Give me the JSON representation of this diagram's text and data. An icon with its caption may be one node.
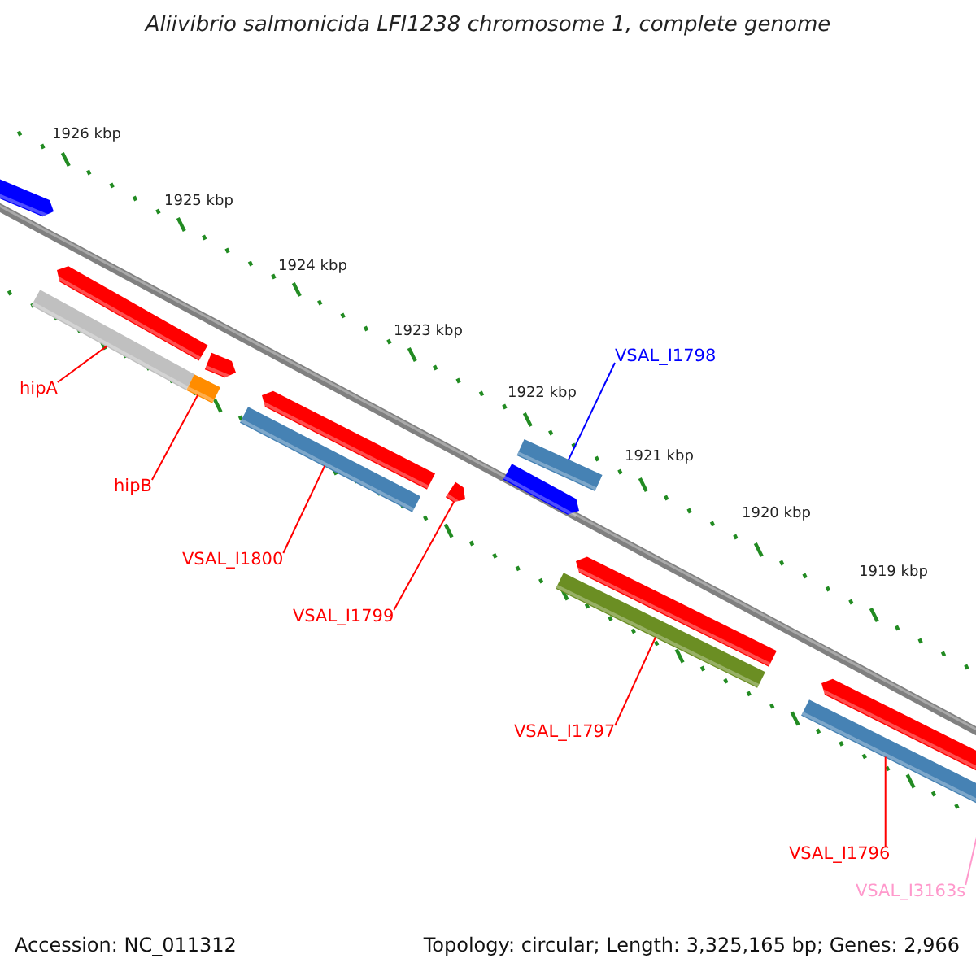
{
  "diagram": {
    "title": "Aliivibrio salmonicida LFI1238 chromosome 1, complete genome",
    "nodes": [
      {
        "text": [],
        "shape": "bar"
      },
      {
        "text": [],
        "shape": "bar"
      },
      {
        "text": [],
        "shape": "bar"
      },
      {
        "text": [],
        "shape": "bar"
      },
      {
        "text": [],
        "shape": "bar"
      },
      {
        "text": [],
        "shape": "bar"
      },
      {
        "text": [],
        "shape": "bar"
      },
      {
        "text": [],
        "shape": "bar"
      },
      {
        "text": [],
        "shape": "bar"
      },
      {
        "text": [],
        "shape": "bar"
      },
      {
        "text": [],
        "shape": "bar"
      },
      {
        "text": [],
        "shape": "bar"
      },
      {
        "text": [],
        "shape": "bar"
      },
      {
        "text": [],
        "shape": "bar"
      },
      {
        "text": [
          "hipA"
        ]
      },
      {
        "text": [
          "hipB"
        ]
      },
      {
        "text": [
          "VSAL_I1800"
        ]
      },
      {
        "text": [
          "VSAL_I1799"
        ]
      },
      {
        "text": [
          "VSAL_I1798"
        ]
      },
      {
        "text": [
          "VSAL_I1797"
        ]
      },
      {
        "text": [
          "VSAL_I1796"
        ]
      },
      {
        "text": [
          "VSAL_I3163s"
        ]
      }
    ],
    "edges": [
      {
        "from": 14,
        "to": 3,
        "arrow": "none"
      },
      {
        "from": 15,
        "to": 4,
        "arrow": "none"
      },
      {
        "from": 16,
        "to": 6,
        "arrow": "none"
      },
      {
        "from": 17,
        "to": 7,
        "arrow": "none"
      },
      {
        "from": 18,
        "to": 8,
        "arrow": "none",
        "color": "#0000ff"
      },
      {
        "from": 19,
        "to": 11,
        "arrow": "none"
      },
      {
        "from": 20,
        "to": 13,
        "arrow": "none"
      },
      {
        "from": 21,
        "to": null,
        "arrow": "none",
        "color": "#ff99cc"
      }
    ],
    "labels": [
      "1926 kbp",
      "1925 kbp",
      "1924 kbp",
      "1923 kbp",
      "1922 kbp",
      "1921 kbp",
      "1920 kbp",
      "1919 kbp",
      "Accession: NC_011312",
      "Topology: circular; Length: 3,325,165 bp; Genes: 2,966"
    ]
  }
}
